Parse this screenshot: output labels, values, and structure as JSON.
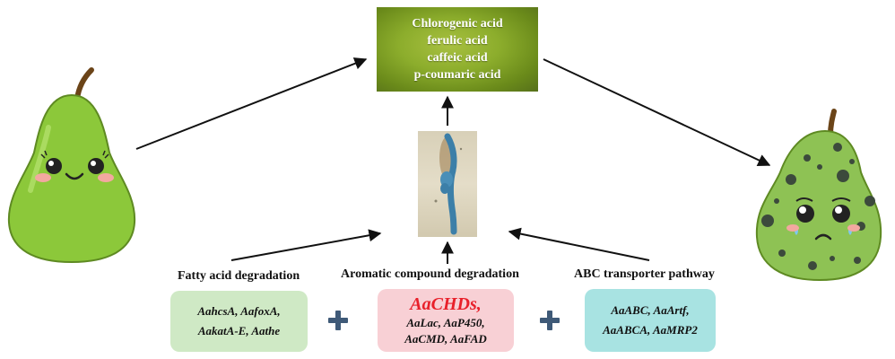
{
  "acids": [
    "Chlorogenic acid",
    "ferulic acid",
    "caffeic acid",
    "p-coumaric acid"
  ],
  "pathways": {
    "fatty_acid": {
      "label": "Fatty acid degradation",
      "genes": [
        "AahcsA, AafoxA,",
        "AakatA-E, Aathe"
      ]
    },
    "aromatic": {
      "label": "Aromatic compound degradation",
      "highlight": "AaCHDs,",
      "genes": [
        "AaLac, AaP450,",
        "AaCMD, AaFAD"
      ]
    },
    "abc": {
      "label": "ABC transporter pathway",
      "genes": [
        "AaABC, AaArtf,",
        "AaABCA, AaMRP2"
      ]
    }
  },
  "colors": {
    "acid_panel": "#8cad2c",
    "fatty_box": "#cfe9c5",
    "aromatic_box": "#f8d0d5",
    "abc_box": "#a8e3e2",
    "highlight_text": "#e8202a",
    "plus": "#3f5a78",
    "pear_healthy": "#8cc83a",
    "pear_diseased": "#8ec254"
  },
  "icons": [
    "happy-pear-icon",
    "sad-diseased-pear-icon",
    "fungus-micrograph-icon",
    "plus-icon"
  ]
}
